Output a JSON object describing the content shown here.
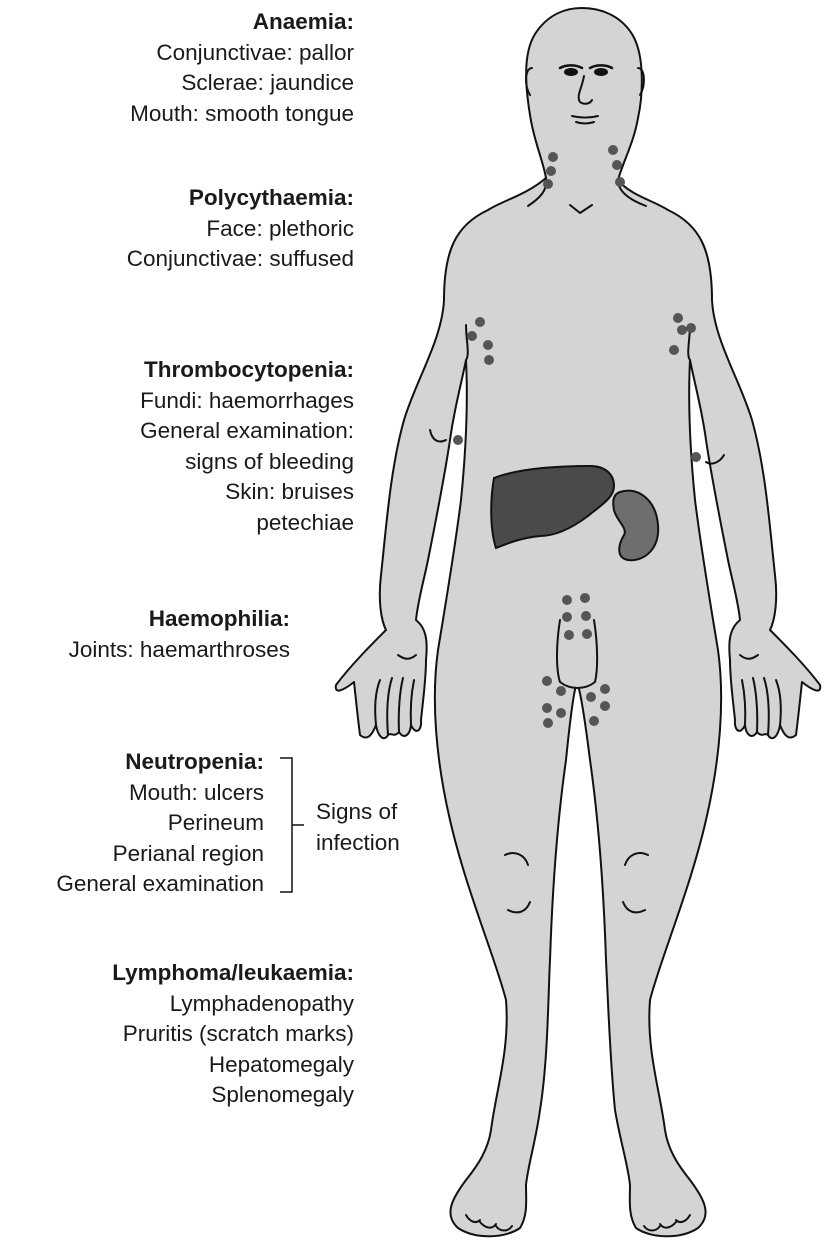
{
  "anaemia": {
    "title": "Anaemia:",
    "lines": [
      "Conjunctivae: pallor",
      "Sclerae: jaundice",
      "Mouth: smooth tongue"
    ]
  },
  "polycythaemia": {
    "title": "Polycythaemia:",
    "lines": [
      "Face: plethoric",
      "Conjunctivae: suffused"
    ]
  },
  "thrombocytopenia": {
    "title": "Thrombocytopenia:",
    "lines": [
      "Fundi: haemorrhages",
      "General examination:",
      "signs of bleeding",
      "Skin: bruises",
      "petechiae"
    ]
  },
  "haemophilia": {
    "title": "Haemophilia:",
    "lines": [
      "Joints: haemarthroses"
    ]
  },
  "neutropenia": {
    "title": "Neutropenia:",
    "lines": [
      "Mouth: ulcers",
      "Perineum",
      "Perianal region",
      "General examination"
    ],
    "group_label": [
      "Signs of",
      "infection"
    ]
  },
  "lymphoma": {
    "title": "Lymphoma/leukaemia:",
    "lines": [
      "Lymphadenopathy",
      "Pruritis (scratch marks)",
      "Hepatomegaly",
      "Splenomegaly"
    ]
  },
  "colors": {
    "body_fill": "#d4d4d4",
    "outline": "#111111",
    "lymph_node": "#555555",
    "liver": "#4a4a4a",
    "spleen": "#6e6e6e"
  }
}
